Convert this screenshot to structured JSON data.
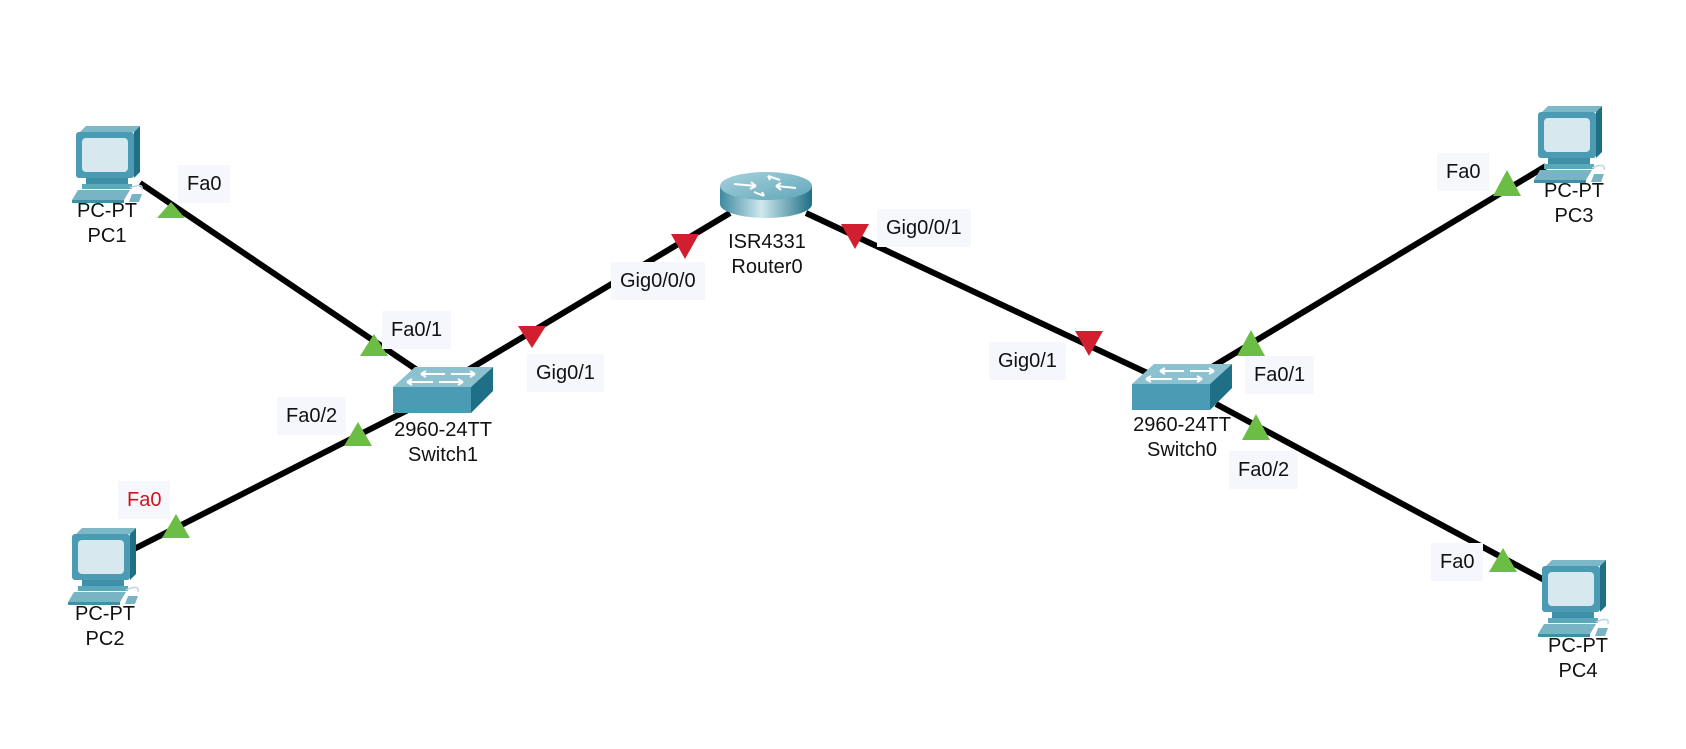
{
  "topology": {
    "colors": {
      "link": "#000000",
      "port_up": "#6bbd45",
      "port_down": "#d21f2f",
      "port_label_bg": "#f5f7fd",
      "port_label_highlight": "#d0141f",
      "device_body": "#4a9bb3",
      "device_dark": "#1f6f86"
    },
    "devices": [
      {
        "id": "pc1",
        "type": "pc",
        "model": "PC-PT",
        "name": "PC1",
        "icon": "pc-icon"
      },
      {
        "id": "pc2",
        "type": "pc",
        "model": "PC-PT",
        "name": "PC2",
        "icon": "pc-icon"
      },
      {
        "id": "pc3",
        "type": "pc",
        "model": "PC-PT",
        "name": "PC3",
        "icon": "pc-icon"
      },
      {
        "id": "pc4",
        "type": "pc",
        "model": "PC-PT",
        "name": "PC4",
        "icon": "pc-icon"
      },
      {
        "id": "router0",
        "type": "router",
        "model": "ISR4331",
        "name": "Router0",
        "icon": "router-icon"
      },
      {
        "id": "switch1",
        "type": "switch",
        "model": "2960-24TT",
        "name": "Switch1",
        "icon": "switch-icon"
      },
      {
        "id": "switch0",
        "type": "switch",
        "model": "2960-24TT",
        "name": "Switch0",
        "icon": "switch-icon"
      }
    ],
    "links": [
      {
        "from": "pc1",
        "from_port": "Fa0",
        "from_status": "up",
        "to": "switch1",
        "to_port": "Fa0/1",
        "to_status": "up"
      },
      {
        "from": "pc2",
        "from_port": "Fa0",
        "from_status": "up",
        "to": "switch1",
        "to_port": "Fa0/2",
        "to_status": "up"
      },
      {
        "from": "switch1",
        "from_port": "Gig0/1",
        "from_status": "down",
        "to": "router0",
        "to_port": "Gig0/0/0",
        "to_status": "down"
      },
      {
        "from": "router0",
        "from_port": "Gig0/0/1",
        "from_status": "down",
        "to": "switch0",
        "to_port": "Gig0/1",
        "to_status": "down"
      },
      {
        "from": "switch0",
        "from_port": "Fa0/1",
        "from_status": "up",
        "to": "pc3",
        "to_port": "Fa0",
        "to_status": "up"
      },
      {
        "from": "switch0",
        "from_port": "Fa0/2",
        "from_status": "up",
        "to": "pc4",
        "to_port": "Fa0",
        "to_status": "up"
      }
    ],
    "port_labels": {
      "pc1_fa0": "Fa0",
      "sw1_fa01": "Fa0/1",
      "sw1_fa02": "Fa0/2",
      "pc2_fa0": "Fa0",
      "sw1_gig01": "Gig0/1",
      "r0_gig000": "Gig0/0/0",
      "r0_gig001": "Gig0/0/1",
      "sw0_gig01": "Gig0/1",
      "sw0_fa01": "Fa0/1",
      "sw0_fa02": "Fa0/2",
      "pc3_fa0": "Fa0",
      "pc4_fa0": "Fa0"
    }
  }
}
